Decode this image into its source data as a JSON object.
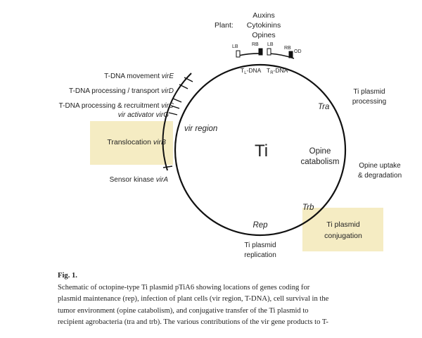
{
  "diagram": {
    "center_label": "Ti",
    "plant": {
      "label": "Plant:",
      "items": [
        "Auxins",
        "Cytokinins",
        "Opines"
      ]
    },
    "border_markers": {
      "lb1": "LB",
      "rb1": "RB",
      "lb2": "LB",
      "rb2": "RB",
      "od": "OD"
    },
    "tdna": {
      "tl_main": "T",
      "tl_sub": "L",
      "tl_suffix": "-DNA",
      "tr_main": "T",
      "tr_sub": "R",
      "tr_suffix": "-DNA"
    },
    "vir_genes": [
      {
        "text": "T-DNA movement ",
        "gene": "virE"
      },
      {
        "text": "T-DNA processing / transport ",
        "gene": "virD"
      },
      {
        "text": "T-DNA processing & recruitment ",
        "gene": "virC"
      },
      {
        "text": "vir activator ",
        "gene": "virG"
      },
      {
        "text": "Translocation ",
        "gene": "virB"
      },
      {
        "text": "Sensor kinase ",
        "gene": "virA"
      }
    ],
    "regions": {
      "vir_region": "vir region",
      "tra": "Tra",
      "trb": "Trb",
      "rep": "Rep",
      "opine_line1": "Opine",
      "opine_line2": "catabolism"
    },
    "functions": {
      "ti_processing": [
        "Ti plasmid",
        "processing"
      ],
      "opine_uptake": [
        "Opine uptake",
        "& degradation"
      ],
      "ti_conjugation": [
        "Ti plasmid",
        "conjugation"
      ],
      "ti_replication": [
        "Ti plasmid",
        "replication"
      ]
    },
    "colors": {
      "highlight": "#f5ecc3",
      "line": "#111111",
      "text": "#222222"
    }
  },
  "caption": {
    "title": "Fig. 1.",
    "lines": [
      "Schematic of octopine-type Ti plasmid pTiA6 showing locations of genes coding for",
      "plasmid maintenance (rep), infection of plant cells (vir region, T-DNA), cell survival in the",
      "tumor environment (opine catabolism), and conjugative transfer of the Ti plasmid to",
      "recipient agrobacteria (tra and trb). The various contributions of the vir gene products to T-"
    ]
  }
}
